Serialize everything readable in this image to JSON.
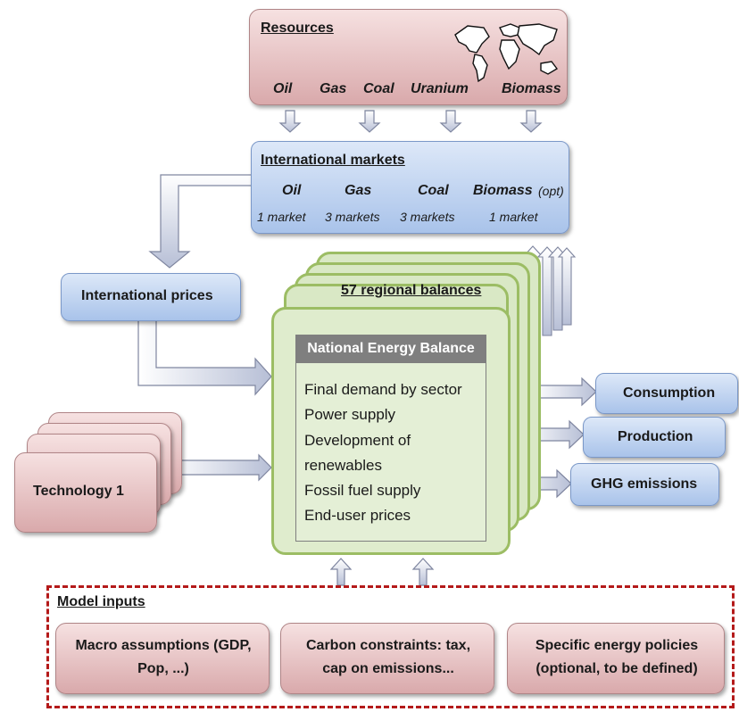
{
  "resources": {
    "title": "Resources",
    "items": [
      "Oil",
      "Gas",
      "Coal",
      "Uranium",
      "Biomass"
    ]
  },
  "markets": {
    "title": "International markets",
    "items": [
      {
        "name": "Oil",
        "count": "1 market"
      },
      {
        "name": "Gas",
        "count": "3 markets"
      },
      {
        "name": "Coal",
        "count": "3 markets"
      },
      {
        "name": "Biomass",
        "suffix": "(opt)",
        "count": "1 market"
      }
    ]
  },
  "prices": {
    "label": "International prices"
  },
  "regional": {
    "label": "57 regional balances"
  },
  "neb": {
    "title": "National Energy Balance",
    "items": [
      "Final demand by sector",
      "Power supply",
      "Development of",
      "renewables",
      "Fossil fuel supply",
      "End-user prices"
    ]
  },
  "technology": {
    "label": "Technology 1"
  },
  "outputs": {
    "consumption": "Consumption",
    "production": "Production",
    "ghg": "GHG emissions"
  },
  "inputs": {
    "title": "Model inputs",
    "macro": [
      "Macro assumptions (GDP,",
      "Pop, ...)"
    ],
    "carbon": [
      "Carbon constraints: tax,",
      "cap on emissions..."
    ],
    "policies": [
      "Specific energy policies",
      "(optional, to be defined)"
    ]
  },
  "icons": {
    "world_map": "world-map-icon"
  },
  "colors": {
    "blue_box": "#a9c3ea",
    "pink_box": "#d9a9ab",
    "green_box": "#d9e8c5",
    "dashed_border": "#b41a1a"
  }
}
